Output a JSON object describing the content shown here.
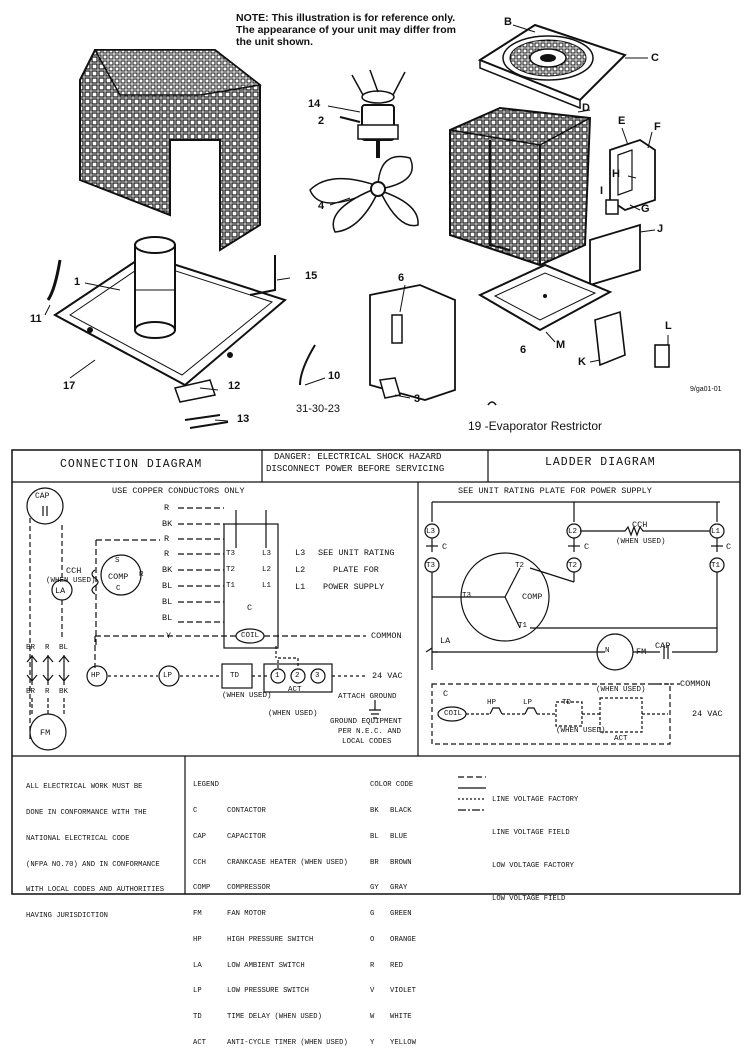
{
  "note": [
    "NOTE: This illustration is for reference only.",
    "The appearance of your unit may differ from",
    "the unit shown."
  ],
  "parts": {
    "labels": [
      "B",
      "C",
      "D",
      "E",
      "F",
      "H",
      "I",
      "G",
      "J",
      "K",
      "L",
      "M",
      "14",
      "2",
      "4",
      "6",
      "6",
      "15",
      "1",
      "11",
      "17",
      "12",
      "13",
      "10",
      "3"
    ],
    "part_code": "31-30-23",
    "evap": "19 -Evaporator Restrictor",
    "figref": "9/ga01-01"
  },
  "connection": {
    "title": "CONNECTION     DIAGRAM",
    "danger1": "DANGER: ELECTRICAL SHOCK HAZARD",
    "danger2": "DISCONNECT POWER BEFORE SERVICING",
    "copper": "USE COPPER CONDUCTORS ONLY",
    "wires": [
      "R",
      "BK",
      "R",
      "R",
      "BK",
      "BL",
      "BL",
      "BL",
      "BK"
    ],
    "y_wire": "Y",
    "cap": "CAP",
    "cch": "CCH",
    "when_used": "(WHEN USED)",
    "comp": "COMP",
    "term_s": "S",
    "term_r": "R",
    "term_c": "C",
    "la": "LA",
    "fm": "FM",
    "br": "BR",
    "r": "R",
    "bl": "BL",
    "bk": "BK",
    "l3": "L3",
    "l2": "L2",
    "l1": "L1",
    "t3": "T3",
    "t2": "T2",
    "t1": "T1",
    "see_rating": "SEE UNIT RATING",
    "plate_for": "PLATE FOR",
    "power_supply": "POWER SUPPLY",
    "contactor_c": "C",
    "coil": "COIL",
    "common": "COMMON",
    "hp": "HP",
    "lp": "LP",
    "td": "TD",
    "act": "ACT",
    "vac24": "24 VAC",
    "attach_ground": "ATTACH GROUND",
    "ground1": "GROUND EQUIPMENT",
    "ground2": "PER N.E.C. AND",
    "ground3": "LOCAL CODES",
    "n1": "1",
    "n2": "2",
    "n3": "3"
  },
  "ladder": {
    "title": "LADDER      DIAGRAM",
    "see_plate": "SEE UNIT RATING PLATE FOR POWER SUPPLY",
    "l3": "L3",
    "l2": "L2",
    "l1": "L1",
    "t3": "T3",
    "t2": "T2",
    "t1": "T1",
    "c": "C",
    "cch": "CCH",
    "when_used": "(WHEN USED)",
    "comp": "COMP",
    "la": "LA",
    "fm": "FM",
    "cap": "CAP",
    "common": "COMMON",
    "coil": "COIL",
    "hp": "HP",
    "lp": "LP",
    "td": "TD",
    "act": "ACT",
    "vac24": "24 VAC",
    "n": "N"
  },
  "footer": {
    "note": [
      "ALL ELECTRICAL WORK MUST BE",
      "DONE IN CONFORMANCE WITH THE",
      "NATIONAL ELECTRICAL CODE",
      "(NFPA NO.70) AND IN CONFORMANCE",
      "WITH LOCAL CODES AND AUTHORITIES",
      "HAVING JURISDICTION"
    ],
    "legend_title": "LEGEND",
    "legend": [
      [
        "C",
        "CONTACTOR"
      ],
      [
        "CAP",
        "CAPACITOR"
      ],
      [
        "CCH",
        "CRANKCASE HEATER (WHEN USED)"
      ],
      [
        "COMP",
        "COMPRESSOR"
      ],
      [
        "FM",
        "FAN MOTOR"
      ],
      [
        "HP",
        "HIGH PRESSURE SWITCH"
      ],
      [
        "LA",
        "LOW AMBIENT SWITCH"
      ],
      [
        "LP",
        "LOW PRESSURE SWITCH"
      ],
      [
        "TD",
        "TIME DELAY (WHEN USED)"
      ],
      [
        "ACT",
        "ANTI-CYCLE TIMER (WHEN USED)"
      ]
    ],
    "color_title": "COLOR CODE",
    "colors": [
      [
        "BK",
        "BLACK"
      ],
      [
        "BL",
        "BLUE"
      ],
      [
        "BR",
        "BROWN"
      ],
      [
        "GY",
        "GRAY"
      ],
      [
        "G",
        "GREEN"
      ],
      [
        "O",
        "ORANGE"
      ],
      [
        "R",
        "RED"
      ],
      [
        "V",
        "VIOLET"
      ],
      [
        "W",
        "WHITE"
      ],
      [
        "Y",
        "YELLOW"
      ]
    ],
    "lines": [
      "LINE VOLTAGE FACTORY",
      "LINE VOLTAGE FIELD",
      "LOW VOLTAGE FACTORY",
      "LOW VOLTAGE FIELD"
    ]
  }
}
